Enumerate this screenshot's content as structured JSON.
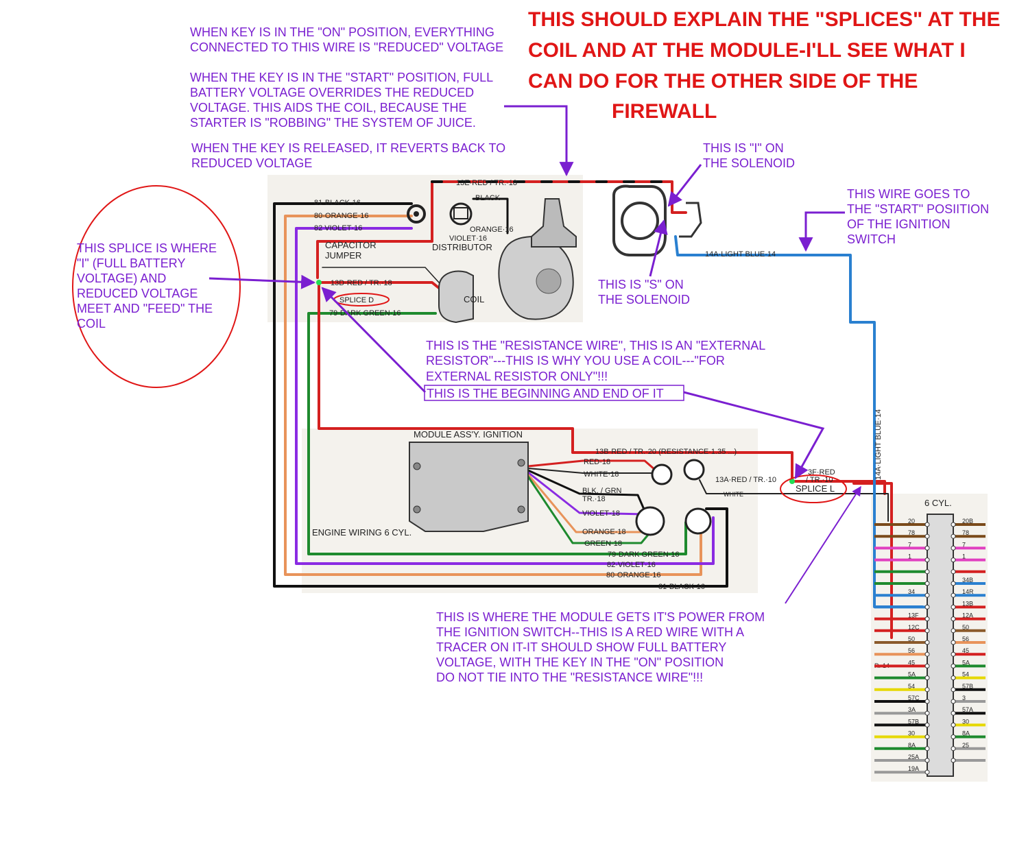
{
  "colors": {
    "annotation": "#7a1fd0",
    "headline": "#e01616",
    "black": "#111111",
    "orange": "#e8935a",
    "violet": "#8a2be2",
    "red": "#d42020",
    "green": "#1e8a2e",
    "blue": "#2a80d0",
    "splice": "#22dd55"
  },
  "headline": {
    "lines": [
      "THIS SHOULD EXPLAIN THE \"SPLICES\" AT THE",
      "COIL AND AT THE MODULE-I'LL SEE WHAT I",
      "CAN DO FOR THE OTHER SIDE OF THE",
      "FIREWALL"
    ]
  },
  "notes": {
    "on_position": [
      "WHEN KEY IS IN THE \"ON\" POSITION, EVERYTHING",
      "CONNECTED TO THIS WIRE IS \"REDUCED\" VOLTAGE"
    ],
    "start_position": [
      "WHEN THE KEY IS IN THE \"START\" POSITION, FULL",
      "BATTERY VOLTAGE OVERRIDES THE REDUCED",
      "VOLTAGE. THIS AIDS THE COIL, BECAUSE THE",
      "STARTER IS \"ROBBING\" THE SYSTEM OF JUICE."
    ],
    "released": [
      "WHEN THE KEY IS RELEASED, IT REVERTS BACK TO",
      "REDUCED VOLTAGE"
    ],
    "i_solenoid": [
      "THIS IS \"I\" ON",
      "THE SOLENOID"
    ],
    "s_solenoid": [
      "THIS IS \"S\" ON",
      "THE SOLENOID"
    ],
    "start_wire": [
      "THIS WIRE GOES TO",
      "THE \"START\" POSIITION",
      "OF THE IGNITION",
      "SWITCH"
    ],
    "splice_coil": [
      "THIS SPLICE IS WHERE",
      "\"I\" (FULL BATTERY",
      "VOLTAGE) AND",
      "REDUCED VOLTAGE",
      "MEET AND \"FEED\" THE",
      "COIL"
    ],
    "resistance": [
      "THIS IS THE \"RESISTANCE WIRE\", THIS IS AN \"EXTERNAL",
      "RESISTOR\"---THIS IS WHY YOU USE A COIL---\"FOR",
      "EXTERNAL RESISTOR ONLY\"!!!"
    ],
    "beginning_end": "THIS IS THE BEGINNING AND END OF IT",
    "module_power": [
      "THIS IS WHERE THE MODULE GETS IT'S POWER FROM",
      "THE IGNITION SWITCH--THIS IS A RED WIRE WITH A",
      "TRACER ON IT-IT SHOULD SHOW FULL BATTERY",
      "VOLTAGE, WITH THE KEY IN THE \"ON\" POSITION",
      "DO NOT TIE INTO THE \"RESISTANCE WIRE\"!!!"
    ]
  },
  "wire_labels": {
    "w13e": "13E·RED / TR.·18",
    "w81_top": "81·BLACK·16",
    "w80_top": "80·ORANGE·16",
    "w82_top": "82 VIOLET·16",
    "black": "BLACK",
    "orange16": "ORANGE·16",
    "violet16": "VIOLET·16",
    "distributor": "DISTRIBUTOR",
    "capacitor": [
      "CAPACITOR",
      "JUMPER"
    ],
    "w13d": "13D·RED / TR.·18",
    "splice_d": "SPLICE D",
    "coil": "COIL",
    "w79_top": "79·DARK GREEN·16",
    "w14a": "14A·LIGHT BLUE·14",
    "w14a_vert": "14A·LIGHT BLUE·14",
    "module": "MODULE ASS'Y. IGNITION",
    "w13b": "13B·RED / TR.·20 (RESISTANCE·1.35 ...)",
    "red18": "RED·18",
    "white18": "WHITE·18",
    "blkgrn": [
      "BLK. / GRN",
      "TR.·18"
    ],
    "violet18": "VIOLET·18",
    "orange18": "ORANGE·18",
    "green18": "GREEN·18",
    "w13a": "13A·RED / TR.·10",
    "w3f": [
      "3F·RED",
      "/ TR.·10"
    ],
    "white": "WHITE",
    "splice_l": "SPLICE L",
    "engine_wiring": "ENGINE WIRING 6 CYL.",
    "w79_bot": "79·DARK GREEN·16",
    "w82_bot": "82·VIOLET·16",
    "w80_bot": "80·ORANGE·16",
    "w81_bot": "81·BLACK·16",
    "cyl6": "6 CYL.",
    "r14": "R.·14"
  },
  "connector": {
    "left": [
      {
        "label": "20",
        "color": "#7a4a1a"
      },
      {
        "label": "78",
        "color": "#7a4a1a"
      },
      {
        "label": "7",
        "color": "#e040c0"
      },
      {
        "label": "1",
        "color": "#e040c0"
      },
      {
        "label": "",
        "color": "#1e8a2e"
      },
      {
        "label": "",
        "color": "#1e8a2e"
      },
      {
        "label": "34",
        "color": "#2a80d0"
      },
      {
        "label": "",
        "color": "#2a80d0"
      },
      {
        "label": "13F",
        "color": "#d42020"
      },
      {
        "label": "12C",
        "color": "#d42020"
      },
      {
        "label": "50",
        "color": "#8b5a2b"
      },
      {
        "label": "56",
        "color": "#e8935a"
      },
      {
        "label": "45",
        "color": "#d42020"
      },
      {
        "label": "5A",
        "color": "#1e8a2e"
      },
      {
        "label": "54",
        "color": "#e6d800"
      },
      {
        "label": "57C",
        "color": "#111111"
      },
      {
        "label": "3A",
        "color": "#999999"
      },
      {
        "label": "57B",
        "color": "#111111"
      },
      {
        "label": "30",
        "color": "#e6d800"
      },
      {
        "label": "8A",
        "color": "#1e8a2e"
      },
      {
        "label": "25A",
        "color": "#999999"
      },
      {
        "label": "19A",
        "color": "#999999"
      }
    ],
    "right": [
      {
        "label": "20B",
        "color": "#7a4a1a"
      },
      {
        "label": "78",
        "color": "#7a4a1a"
      },
      {
        "label": "7",
        "color": "#e040c0"
      },
      {
        "label": "1",
        "color": "#e040c0"
      },
      {
        "label": "",
        "color": "#d42020"
      },
      {
        "label": "34B",
        "color": "#2a80d0"
      },
      {
        "label": "14R",
        "color": "#2a80d0"
      },
      {
        "label": "13B",
        "color": "#d42020"
      },
      {
        "label": "12A",
        "color": "#d42020"
      },
      {
        "label": "50",
        "color": "#8b5a2b"
      },
      {
        "label": "56",
        "color": "#e8935a"
      },
      {
        "label": "45",
        "color": "#d42020"
      },
      {
        "label": "5A",
        "color": "#1e8a2e"
      },
      {
        "label": "54",
        "color": "#e6d800"
      },
      {
        "label": "57B",
        "color": "#111111"
      },
      {
        "label": "3",
        "color": "#999999"
      },
      {
        "label": "57A",
        "color": "#111111"
      },
      {
        "label": "30",
        "color": "#e6d800"
      },
      {
        "label": "8A",
        "color": "#1e8a2e"
      },
      {
        "label": "25",
        "color": "#999999"
      },
      {
        "label": "",
        "color": "#999999"
      }
    ]
  }
}
